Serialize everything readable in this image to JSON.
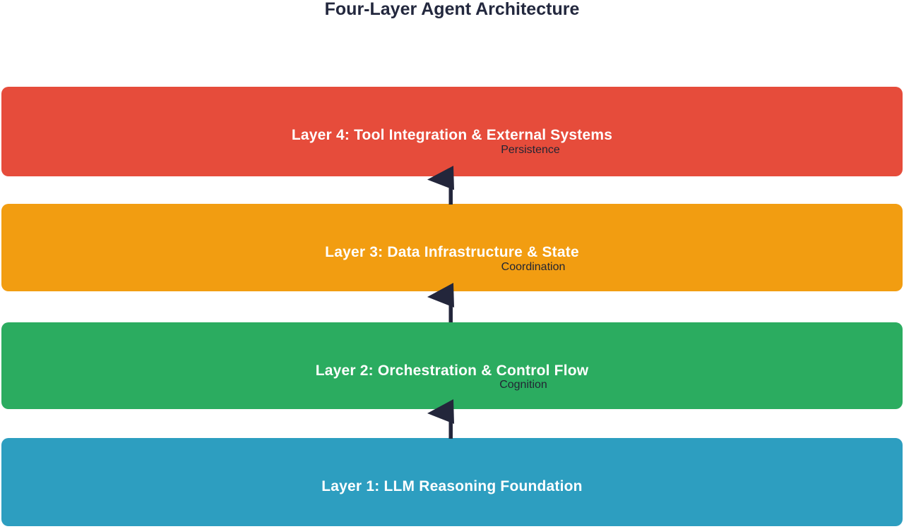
{
  "title": "Four-Layer Agent Architecture",
  "colors": {
    "background": "#ffffff",
    "title_text": "#23283e",
    "arrow": "#23263b",
    "layer_label_text": "#ffffff",
    "edge_label_text": "#222533",
    "layer_4": "#e64c3b",
    "layer_3": "#f29d11",
    "layer_2": "#2bac60",
    "layer_1": "#2d9ec0"
  },
  "layers": [
    {
      "id": "layer-4",
      "label": "Layer 4: Tool Integration & External Systems",
      "color": "#e64c3b",
      "edge_label": "Persistence"
    },
    {
      "id": "layer-3",
      "label": "Layer 3: Data Infrastructure & State",
      "color": "#f29d11",
      "edge_label": "Coordination"
    },
    {
      "id": "layer-2",
      "label": "Layer 2: Orchestration & Control Flow",
      "color": "#2bac60",
      "edge_label": "Cognition"
    },
    {
      "id": "layer-1",
      "label": "Layer 1: LLM Reasoning Foundation",
      "color": "#2d9ec0",
      "edge_label": null
    }
  ],
  "arrows": [
    {
      "name": "arrow-layer3-to-layer4",
      "direction": "up"
    },
    {
      "name": "arrow-layer2-to-layer3",
      "direction": "up"
    },
    {
      "name": "arrow-layer1-to-layer2",
      "direction": "up"
    }
  ]
}
